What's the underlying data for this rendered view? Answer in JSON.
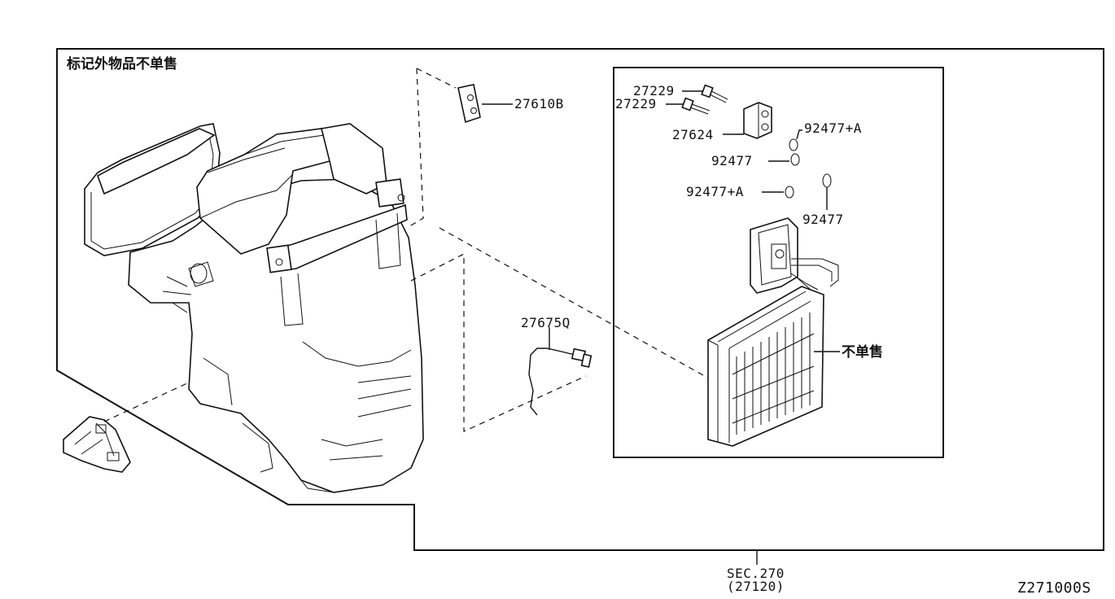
{
  "diagram": {
    "note_not_sold": "标记外物品不单售",
    "evaporator_note": "不单售",
    "section_ref": "SEC.270",
    "section_sub": "(27120)",
    "diagram_code": "Z271000S",
    "parts": {
      "p27610b": "27610B",
      "p27675q": "27675Q",
      "p27229a": "27229",
      "p27229b": "27229",
      "p27624": "27624",
      "p92477a_1": "92477+A",
      "p92477_1": "92477",
      "p92477a_2": "92477+A",
      "p92477_2": "92477"
    }
  }
}
